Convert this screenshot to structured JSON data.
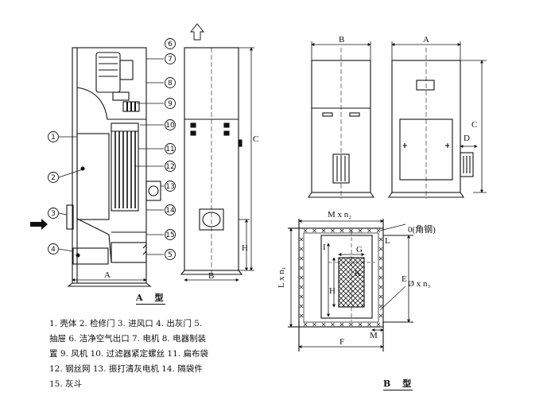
{
  "type_a": {
    "title": "A　型"
  },
  "type_b": {
    "title": "B　型"
  },
  "callouts": [
    "1",
    "2",
    "3",
    "4",
    "5",
    "6",
    "7",
    "8",
    "9",
    "10",
    "11",
    "12",
    "13",
    "14",
    "15"
  ],
  "dimensions": {
    "A": "A",
    "B": "B",
    "C": "C",
    "D": "D",
    "H": "H",
    "F": "F",
    "E": "E",
    "I": "I",
    "G": "G",
    "L": "L",
    "K": "K",
    "M": "M",
    "Mxn2": "M x n₂",
    "Lxn1": "L x n₁",
    "holes": "Ø x n₃",
    "angle_steel": "0(角钢)"
  },
  "legend": [
    "1. 壳体  2. 检修门  3. 进风口  4. 出灰门  5.",
    "抽屉  6. 洁净空气出口  7. 电机  8. 电器制装",
    "置  9. 风机  10. 过滤器紧定螺丝  11. 扁布袋",
    "12. 钢丝网  13. 振打清灰电机  14. 隔袋件",
    "15. 灰斗"
  ]
}
